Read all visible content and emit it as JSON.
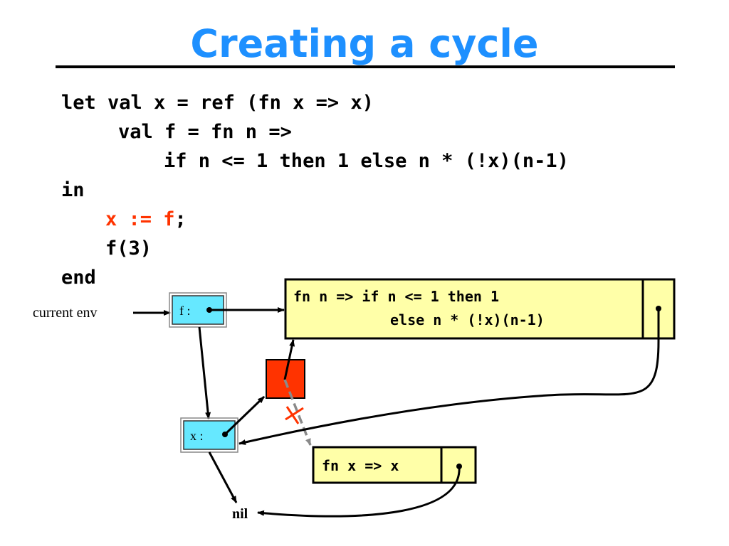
{
  "title": "Creating a cycle",
  "code": {
    "line1": "let val x = ref (fn x => x)",
    "line2": "val f = fn n =>",
    "line3": "if n <= 1 then 1 else n * (!x)(n-1)",
    "line4": "in",
    "line5_hl": "x := f",
    "line5_rest": ";",
    "line6": "f(3)",
    "line7": "end"
  },
  "diagram": {
    "current_env_label": "current env",
    "f_cell_label": "f :",
    "x_cell_label": "x :",
    "closure_f_line1": "fn n => if n <= 1 then 1",
    "closure_f_line2": "else n * (!x)(n-1)",
    "closure_id_text": "fn x => x",
    "nil_label": "nil"
  },
  "colors": {
    "title": "#1E90FF",
    "highlight": "#FF3300",
    "env_cell": "#66E8FF",
    "closure_fill": "#FFFFA8",
    "ref_cell": "#FF3300"
  }
}
